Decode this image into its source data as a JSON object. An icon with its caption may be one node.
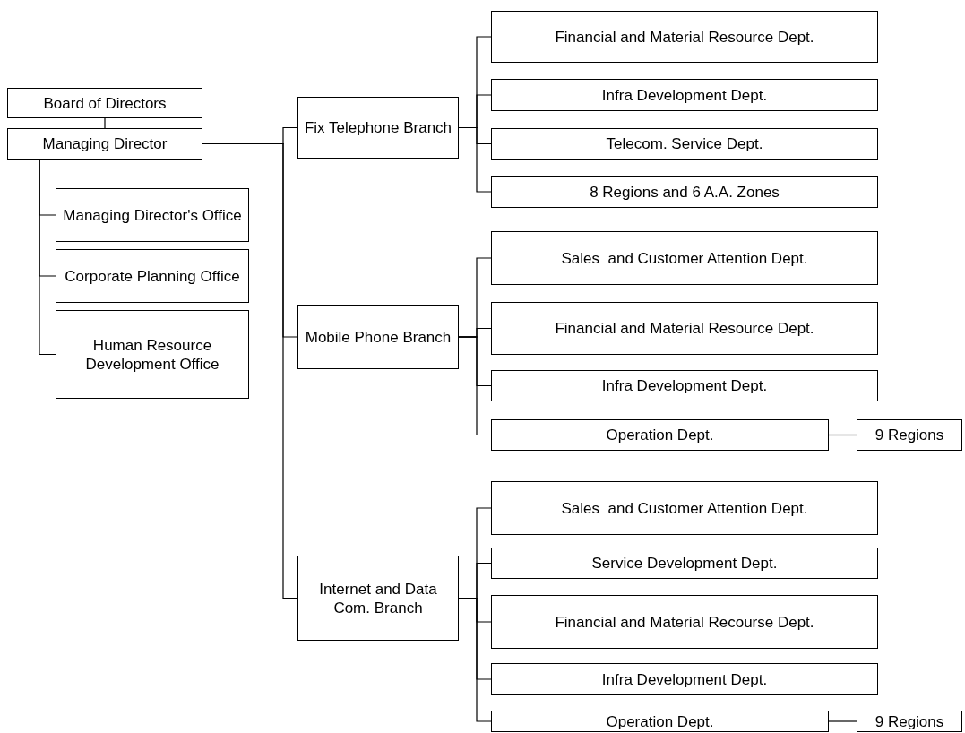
{
  "diagram": {
    "nodes": [
      {
        "text": [
          "Board of Directors"
        ]
      },
      {
        "text": [
          "Managing Director"
        ]
      },
      {
        "text": [
          "Managing Director's Office"
        ]
      },
      {
        "text": [
          "Corporate Planning Office"
        ]
      },
      {
        "text": [
          "Human Resource Development Office"
        ]
      },
      {
        "text": [
          "Fix Telephone Branch"
        ]
      },
      {
        "text": [
          "Financial and Material Resource Dept."
        ]
      },
      {
        "text": [
          "Infra Development Dept."
        ]
      },
      {
        "text": [
          "Telecom. Service Dept."
        ]
      },
      {
        "text": [
          "8 Regions and 6 A.A. Zones"
        ]
      },
      {
        "text": [
          "Mobile Phone Branch"
        ]
      },
      {
        "text": [
          "Sales  and Customer Attention Dept."
        ]
      },
      {
        "text": [
          "Financial and Material Resource Dept."
        ]
      },
      {
        "text": [
          "Infra Development Dept."
        ]
      },
      {
        "text": [
          "Operation Dept."
        ]
      },
      {
        "text": [
          "9 Regions"
        ]
      },
      {
        "text": [
          "Internet and Data Com. Branch"
        ]
      },
      {
        "text": [
          "Sales  and Customer Attention Dept."
        ]
      },
      {
        "text": [
          "Service Development Dept."
        ]
      },
      {
        "text": [
          "Financial and Material Recourse Dept."
        ]
      },
      {
        "text": [
          "Infra Development Dept."
        ]
      },
      {
        "text": [
          "Operation Dept."
        ]
      },
      {
        "text": [
          "9 Regions"
        ]
      }
    ],
    "edges": [
      {
        "from": 0,
        "to": 1,
        "arrow": "none"
      },
      {
        "from": 1,
        "to": 2,
        "arrow": "none"
      },
      {
        "from": 1,
        "to": 3,
        "arrow": "none"
      },
      {
        "from": 1,
        "to": 4,
        "arrow": "none"
      },
      {
        "from": 1,
        "to": 5,
        "arrow": "none"
      },
      {
        "from": 1,
        "to": 10,
        "arrow": "none"
      },
      {
        "from": 1,
        "to": 16,
        "arrow": "none"
      },
      {
        "from": 5,
        "to": 6,
        "arrow": "none"
      },
      {
        "from": 5,
        "to": 7,
        "arrow": "none"
      },
      {
        "from": 5,
        "to": 8,
        "arrow": "none"
      },
      {
        "from": 5,
        "to": 9,
        "arrow": "none"
      },
      {
        "from": 10,
        "to": 11,
        "arrow": "none"
      },
      {
        "from": 10,
        "to": 12,
        "arrow": "none"
      },
      {
        "from": 10,
        "to": 13,
        "arrow": "none"
      },
      {
        "from": 10,
        "to": 14,
        "arrow": "none"
      },
      {
        "from": 14,
        "to": 15,
        "arrow": "none"
      },
      {
        "from": 16,
        "to": 17,
        "arrow": "none"
      },
      {
        "from": 16,
        "to": 18,
        "arrow": "none"
      },
      {
        "from": 16,
        "to": 19,
        "arrow": "none"
      },
      {
        "from": 16,
        "to": 20,
        "arrow": "none"
      },
      {
        "from": 16,
        "to": 21,
        "arrow": "none"
      },
      {
        "from": 21,
        "to": 22,
        "arrow": "none"
      }
    ]
  }
}
